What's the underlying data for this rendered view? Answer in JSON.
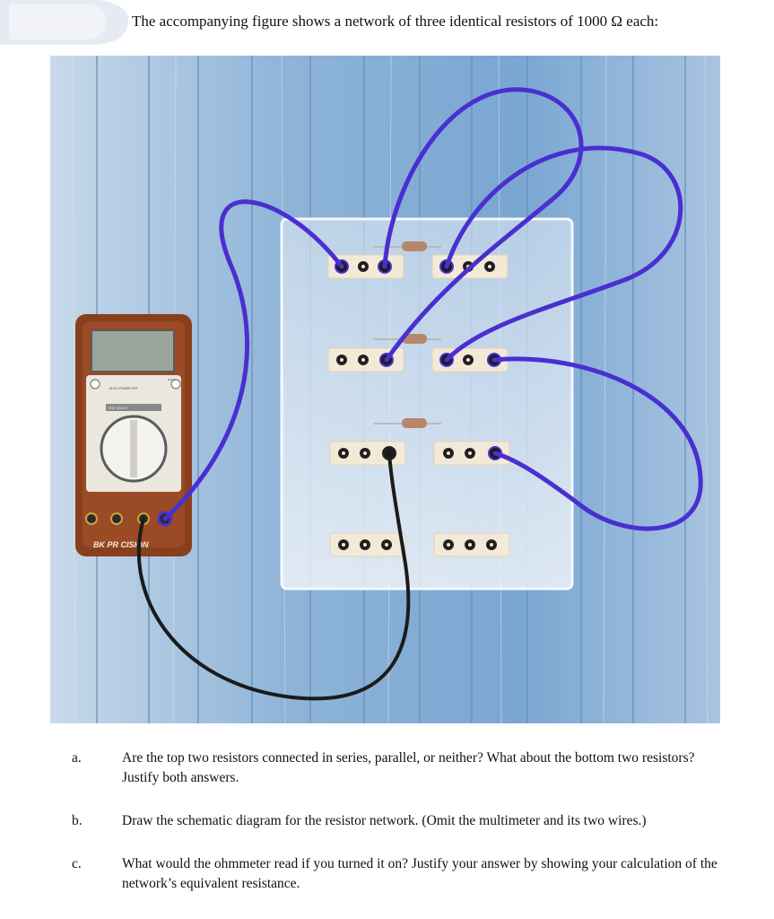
{
  "intro": "The accompanying figure shows a network of three identical resistors of 1000 Ω each:",
  "photo": {
    "meter_brand": "BK PR  CISION",
    "meter_labels": [
      "AUTO POWER OFF",
      "TEST BENCH",
      "HOLD"
    ],
    "colors": {
      "table": "#8fb4d8",
      "wire_blue": "#4a2fd0",
      "wire_black": "#1b1b1b",
      "meter_case": "#8a3f1c"
    }
  },
  "questions": [
    {
      "letter": "a.",
      "text": "Are the top two resistors connected in series, parallel, or neither? What about the bottom two resistors? Justify both answers."
    },
    {
      "letter": "b.",
      "text": "Draw the schematic diagram for the resistor network. (Omit the multimeter and its two wires.)"
    },
    {
      "letter": "c.",
      "text": "What would the ohmmeter read if you turned it on? Justify your answer by showing your calculation of the network’s equivalent resistance."
    }
  ]
}
